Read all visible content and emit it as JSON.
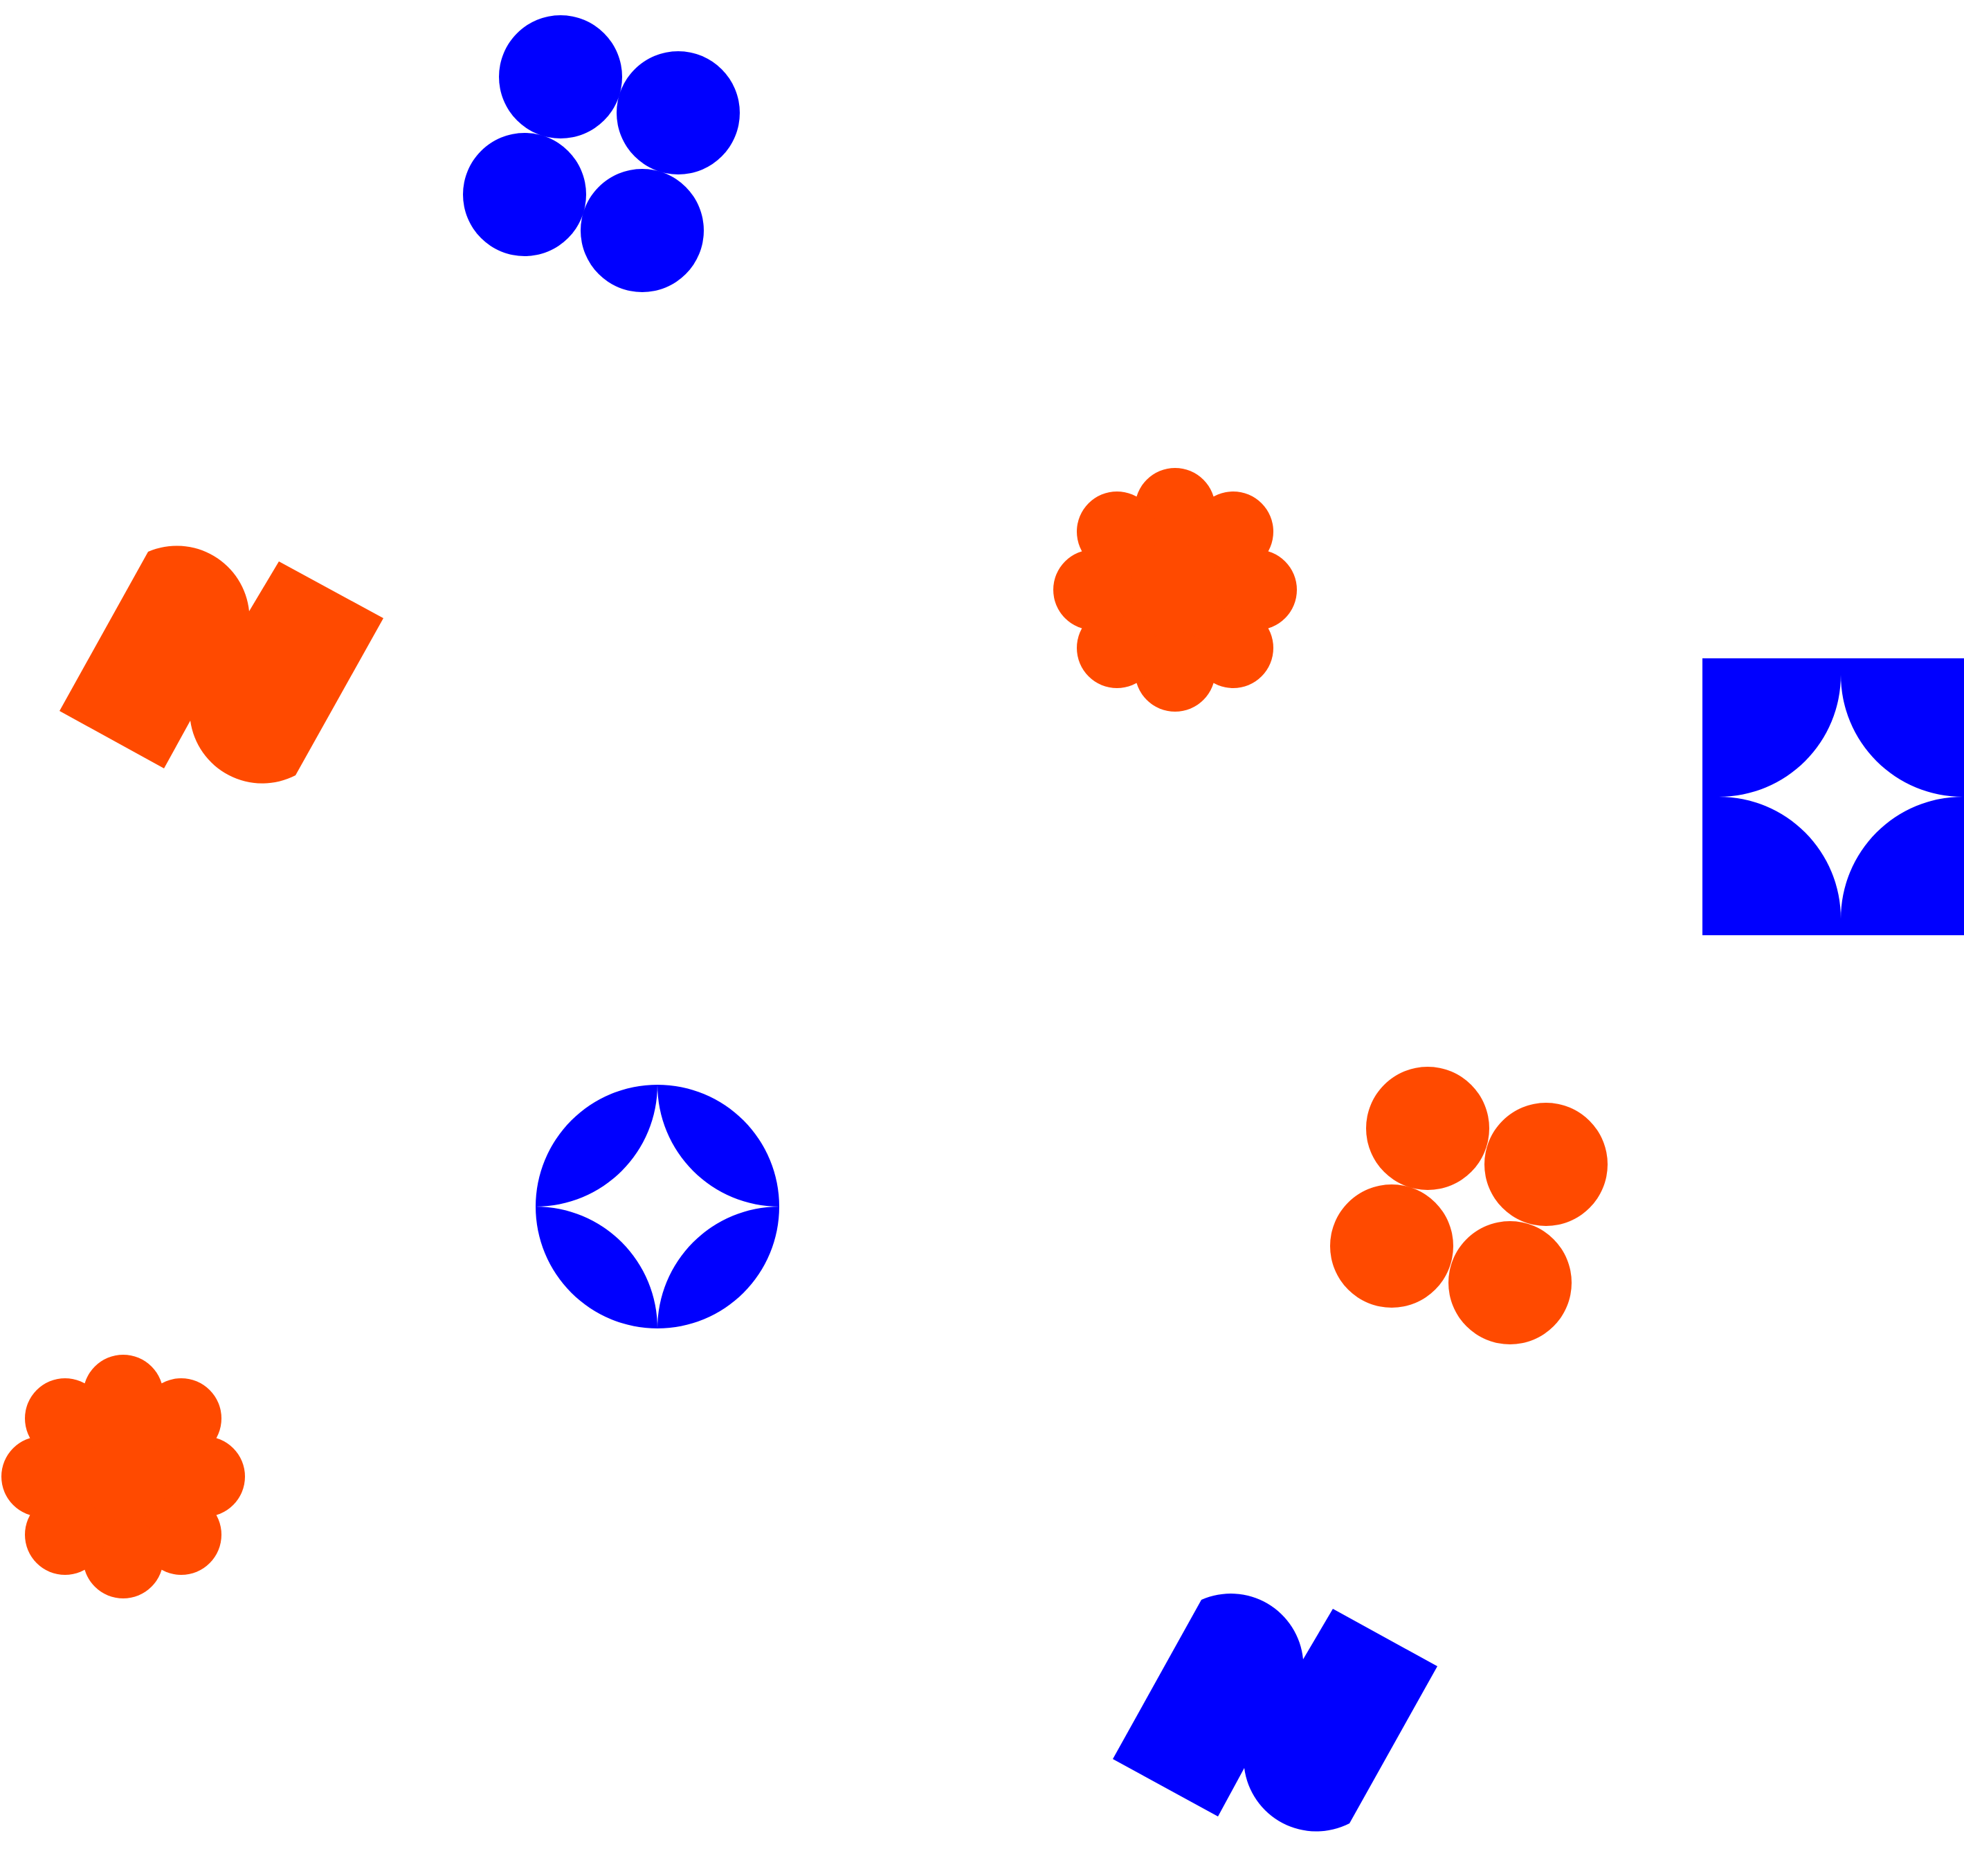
{
  "colors": {
    "background": "#ffffff",
    "blue": "#0000ff",
    "orange": "#ff4a00"
  },
  "shapes": [
    {
      "kind": "four-circle-cluster",
      "color": "blue"
    },
    {
      "kind": "eight-petal-flower",
      "color": "orange"
    },
    {
      "kind": "s-block",
      "color": "orange"
    },
    {
      "kind": "four-point-star-circle",
      "color": "blue"
    },
    {
      "kind": "four-point-star-circle",
      "color": "blue"
    },
    {
      "kind": "four-circle-cluster",
      "color": "orange"
    },
    {
      "kind": "eight-petal-flower",
      "color": "orange"
    },
    {
      "kind": "s-block",
      "color": "blue"
    }
  ]
}
